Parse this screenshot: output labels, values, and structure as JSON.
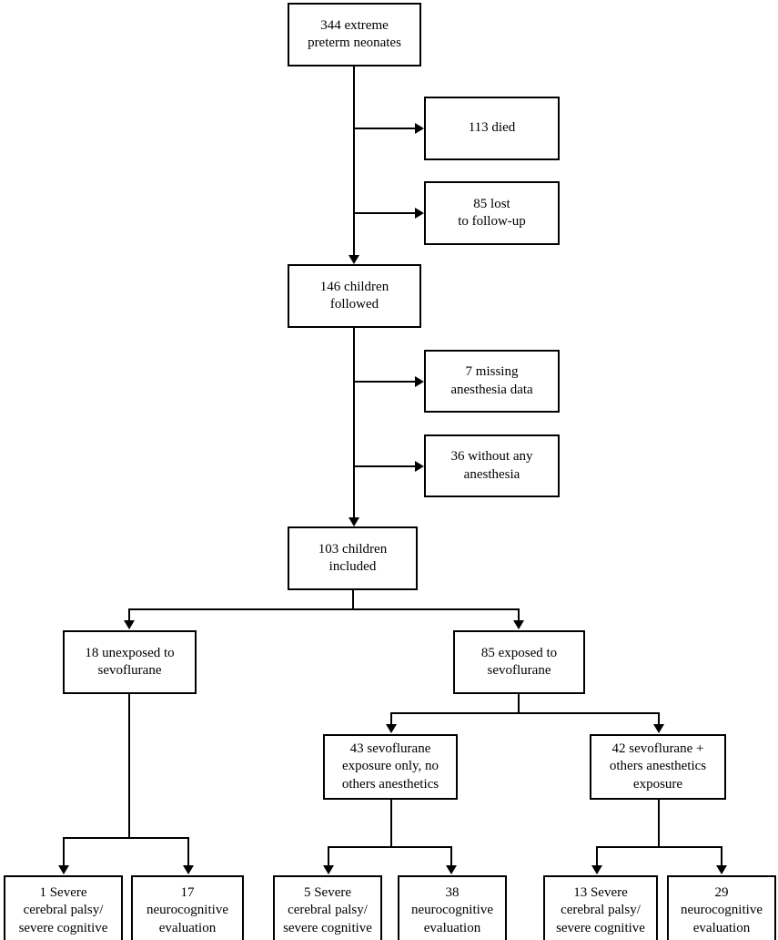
{
  "diagram": {
    "type": "flowchart",
    "title": "Study enrollment flow of extreme preterm neonates",
    "nodes": {
      "n_total": {
        "lines": [
          "344 extreme",
          "preterm neonates"
        ],
        "count": 344
      },
      "n_died": {
        "lines": [
          "113 died"
        ],
        "count": 113
      },
      "n_lost": {
        "lines": [
          "85 lost",
          "to follow-up"
        ],
        "count": 85
      },
      "n_followed": {
        "lines": [
          "146 children",
          "followed"
        ],
        "count": 146
      },
      "n_missing": {
        "lines": [
          "7 missing",
          "anesthesia data"
        ],
        "count": 7
      },
      "n_noanesth": {
        "lines": [
          "36 without any",
          "anesthesia"
        ],
        "count": 36
      },
      "n_included": {
        "lines": [
          "103 children",
          "included"
        ],
        "count": 103
      },
      "n_unexposed": {
        "lines": [
          "18 unexposed to",
          "sevoflurane"
        ],
        "count": 18
      },
      "n_exposed": {
        "lines": [
          "85 exposed to",
          "sevoflurane"
        ],
        "count": 85
      },
      "n_sevo_only": {
        "lines": [
          "43 sevoflurane",
          "exposure only, no",
          "others anesthetics"
        ],
        "count": 43
      },
      "n_sevo_plus": {
        "lines": [
          "42 sevoflurane +",
          "others anesthetics",
          "exposure"
        ],
        "count": 42
      },
      "n_out1_cp": {
        "lines": [
          "1 Severe",
          "cerebral palsy/",
          "severe cognitive"
        ],
        "count": 1
      },
      "n_out1_neuro": {
        "lines": [
          "17",
          "neurocognitive",
          "evaluation"
        ],
        "count": 17
      },
      "n_out2_cp": {
        "lines": [
          "5 Severe",
          "cerebral palsy/",
          "severe cognitive"
        ],
        "count": 5
      },
      "n_out2_neuro": {
        "lines": [
          "38",
          "neurocognitive",
          "evaluation"
        ],
        "count": 38
      },
      "n_out3_cp": {
        "lines": [
          "13 Severe",
          "cerebral palsy/",
          "severe cognitive"
        ],
        "count": 13
      },
      "n_out3_neuro": {
        "lines": [
          "29",
          "neurocognitive",
          "evaluation"
        ],
        "count": 29
      }
    },
    "colors": {
      "stroke": "#000000",
      "fill": "#ffffff",
      "text": "#000000"
    }
  }
}
